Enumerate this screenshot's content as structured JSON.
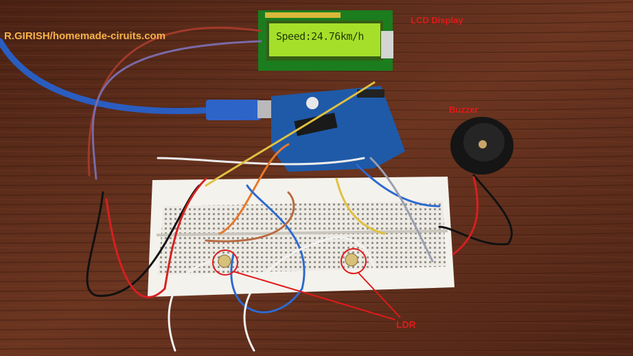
{
  "labels": {
    "credit": "R.GIRISH/homemade-ciruits.com",
    "lcd": "LCD Display",
    "buzzer": "Buzzer",
    "ldr": "LDR"
  },
  "lcd_screen": {
    "text": "Speed:24.76km/h"
  },
  "colors": {
    "table_wood": "#5a2a17",
    "lcd_backlight": "#a6df2a",
    "label_red": "#e01a1a",
    "credit_orange": "#f5b24a",
    "arduino_blue": "#1f5aa8"
  }
}
